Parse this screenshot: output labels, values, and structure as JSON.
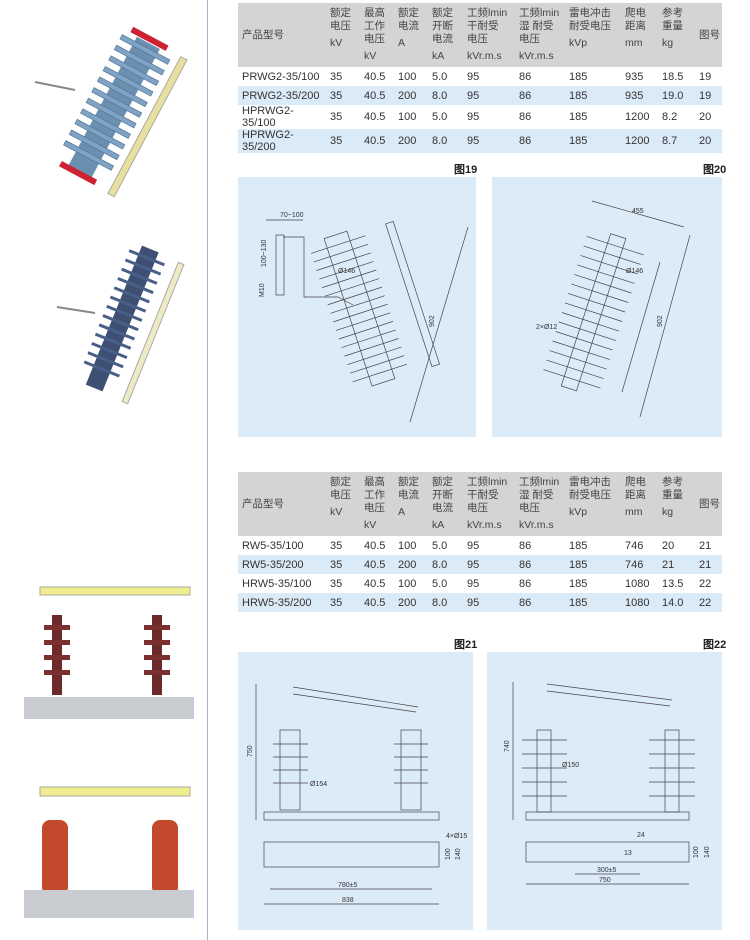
{
  "table1": {
    "headers": [
      "产品型号",
      "额定\n电压",
      "最高\n工作\n电压",
      "额定\n电流",
      "额定\n开断\n电流",
      "工频lmin\n干耐受\n电压",
      "工频lmin\n湿 耐受\n电压",
      "雷电冲击\n耐受电压",
      "爬电\n距离",
      "参考\n重量",
      "图号"
    ],
    "units": [
      "",
      "kV",
      "kV",
      "A",
      "kA",
      "kVr.m.s",
      "kVr.m.s",
      "kVp",
      "mm",
      "kg",
      ""
    ],
    "rows": [
      [
        "PRWG2-35/100",
        "35",
        "40.5",
        "100",
        "5.0",
        "95",
        "86",
        "185",
        "935",
        "18.5",
        "19"
      ],
      [
        "PRWG2-35/200",
        "35",
        "40.5",
        "200",
        "8.0",
        "95",
        "86",
        "185",
        "935",
        "19.0",
        "19"
      ],
      [
        "HPRWG2-35/100",
        "35",
        "40.5",
        "100",
        "5.0",
        "95",
        "86",
        "185",
        "1200",
        "8.2",
        "20"
      ],
      [
        "HPRWG2-35/200",
        "35",
        "40.5",
        "200",
        "8.0",
        "95",
        "86",
        "185",
        "1200",
        "8.7",
        "20"
      ]
    ]
  },
  "table2": {
    "headers": [
      "产品型号",
      "额定\n电压",
      "最高\n工作\n电压",
      "额定\n电流",
      "额定\n开断\n电流",
      "工频lmin\n干耐受\n电压",
      "工频lmin\n湿 耐受\n电压",
      "雷电冲击\n耐受电压",
      "爬电\n距离",
      "参考\n重量",
      "图号"
    ],
    "units": [
      "",
      "kV",
      "kV",
      "A",
      "kA",
      "kVr.m.s",
      "kVr.m.s",
      "kVp",
      "mm",
      "kg",
      ""
    ],
    "rows": [
      [
        "RW5-35/100",
        "35",
        "40.5",
        "100",
        "5.0",
        "95",
        "86",
        "185",
        "746",
        "20",
        "21"
      ],
      [
        "RW5-35/200",
        "35",
        "40.5",
        "200",
        "8.0",
        "95",
        "86",
        "185",
        "746",
        "21",
        "21"
      ],
      [
        "HRW5-35/100",
        "35",
        "40.5",
        "100",
        "5.0",
        "95",
        "86",
        "185",
        "1080",
        "13.5",
        "22"
      ],
      [
        "HRW5-35/200",
        "35",
        "40.5",
        "200",
        "8.0",
        "95",
        "86",
        "185",
        "1080",
        "14.0",
        "22"
      ]
    ]
  },
  "figures": {
    "fig19": {
      "label": "图19",
      "dims": [
        "70~100",
        "100~130",
        "M10",
        "Ø146",
        "902"
      ]
    },
    "fig20": {
      "label": "图20",
      "dims": [
        "455",
        "Ø146",
        "2×Ø12",
        "902"
      ]
    },
    "fig21": {
      "label": "图21",
      "dims": [
        "750",
        "Ø154",
        "4×Ø15",
        "100",
        "140",
        "780±5",
        "838"
      ]
    },
    "fig22": {
      "label": "图22",
      "dims": [
        "740",
        "Ø150",
        "24",
        "13",
        "100",
        "140",
        "300±5",
        "750"
      ]
    }
  },
  "colors": {
    "panel": "#dcebf8",
    "header": "#d4d4d4",
    "alt_row": "#dbeaf7"
  }
}
